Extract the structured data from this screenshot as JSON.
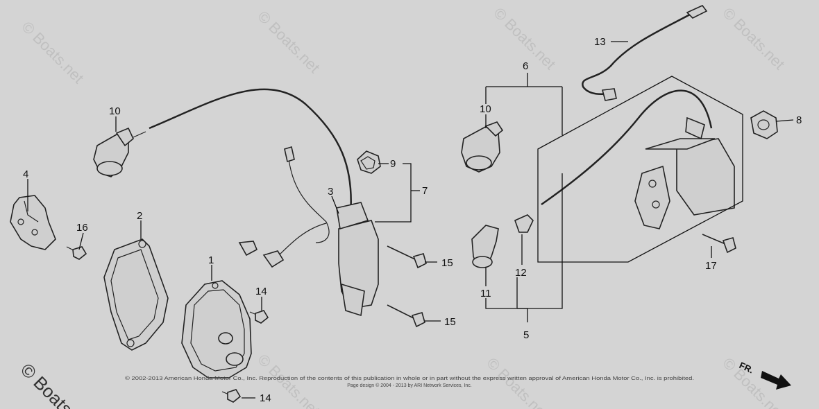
{
  "diagram": {
    "watermark": "© Boats.net",
    "corner_watermark": "© Boats",
    "copyright_line1": "© 2002-2013 American Honda Motor Co., Inc. Reproduction of the contents of this publication in whole or in part without the express written approval of American Honda Motor Co., Inc. is prohibited.",
    "copyright_line2": "Page design © 2004 - 2013 by ARI Network Services, Inc.",
    "direction_label": "FR.",
    "callouts": {
      "c1": "1",
      "c2": "2",
      "c3": "3",
      "c4": "4",
      "c5": "5",
      "c6": "6",
      "c7": "7",
      "c8": "8",
      "c9": "9",
      "c10a": "10",
      "c10b": "10",
      "c11": "11",
      "c12": "12",
      "c13": "13",
      "c14a": "14",
      "c14b": "14",
      "c15a": "15",
      "c15b": "15",
      "c16": "16",
      "c17": "17"
    }
  }
}
